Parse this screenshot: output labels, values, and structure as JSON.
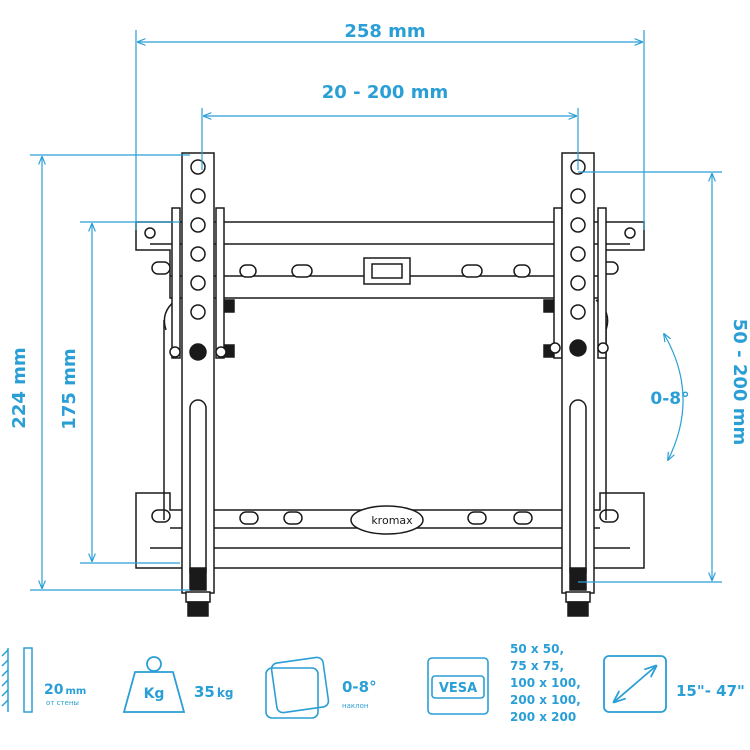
{
  "dimensions": {
    "overall_width": {
      "value": "258",
      "unit": "mm"
    },
    "vesa_horizontal": {
      "value": "20 - 200",
      "unit": "mm"
    },
    "overall_height": {
      "value": "224",
      "unit": "mm"
    },
    "plate_height": {
      "value": "175",
      "unit": "mm"
    },
    "vesa_vertical": {
      "value": "50 - 200",
      "unit": "mm"
    },
    "tilt": "0-8°"
  },
  "brand_plate": "kromax",
  "features": {
    "wall_distance": {
      "value": "20",
      "unit": "mm",
      "note": "от стены"
    },
    "load": {
      "icon_label": "Kg",
      "value": "35",
      "unit": "kg"
    },
    "tilt": {
      "value": "0-8°",
      "note": "наклон"
    },
    "vesa": {
      "icon_label": "VESA",
      "sizes": [
        "50 x 50,",
        "75 x 75,",
        "100 x 100,",
        "200 x 100,",
        "200 x 200"
      ]
    },
    "screen_size": {
      "value": "15\"- 47\""
    }
  },
  "colors": {
    "accent": "#2a9fd6",
    "line": "#1a1a1a"
  }
}
